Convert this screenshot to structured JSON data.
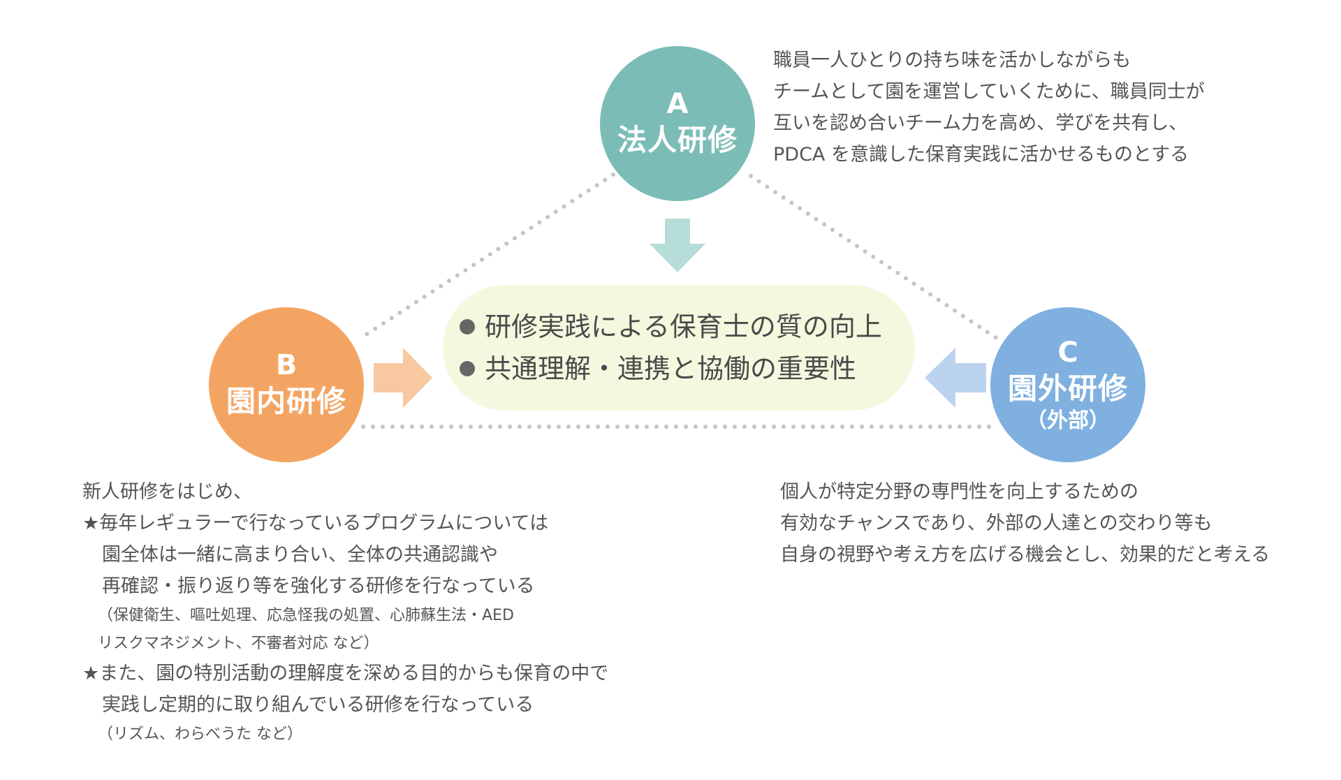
{
  "colors": {
    "a_circle": "#7bbdb6",
    "b_circle": "#f4a462",
    "c_circle": "#7fb0e0",
    "arrow_a": "#b7ddd8",
    "arrow_b": "#f8c9a1",
    "arrow_c": "#bcd3ee",
    "center_bg": "#f4f8de",
    "dotted_line": "#c4c4c4"
  },
  "circle_a": {
    "letter": "A",
    "title": "法人研修"
  },
  "circle_b": {
    "letter": "B",
    "title": "園内研修"
  },
  "circle_c": {
    "letter": "C",
    "title": "園外研修",
    "sub": "（外部）"
  },
  "center": {
    "items": [
      "研修実践による保育士の質の向上",
      "共通理解・連携と協働の重要性"
    ]
  },
  "desc_a": {
    "lines": [
      "職員一人ひとりの持ち味を活かしながらも",
      "チームとして園を運営していくために、職員同士が",
      "互いを認め合いチーム力を高め、学びを共有し、",
      "PDCA を意識した保育実践に活かせるものとする"
    ]
  },
  "desc_b": {
    "intro": "新人研修をはじめ、",
    "star1": "★毎年レギュラーで行なっているプログラムについては",
    "star1_l2": "園全体は一緒に高まり合い、全体の共通認識や",
    "star1_l3": "再確認・振り返り等を強化する研修を行なっている",
    "star1_note1": "（保健衛生、嘔吐処理、応急怪我の処置、心肺蘇生法・AED",
    "star1_note2": "リスクマネジメント、不審者対応 など）",
    "star2": "★また、園の特別活動の理解度を深める目的からも保育の中で",
    "star2_l2": "実践し定期的に取り組んでいる研修を行なっている",
    "star2_note": "（リズム、わらべうた など）"
  },
  "desc_c": {
    "lines": [
      "個人が特定分野の専門性を向上するための",
      "有効なチャンスであり、外部の人達との交わり等も",
      "自身の視野や考え方を広げる機会とし、効果的だと考える"
    ]
  }
}
